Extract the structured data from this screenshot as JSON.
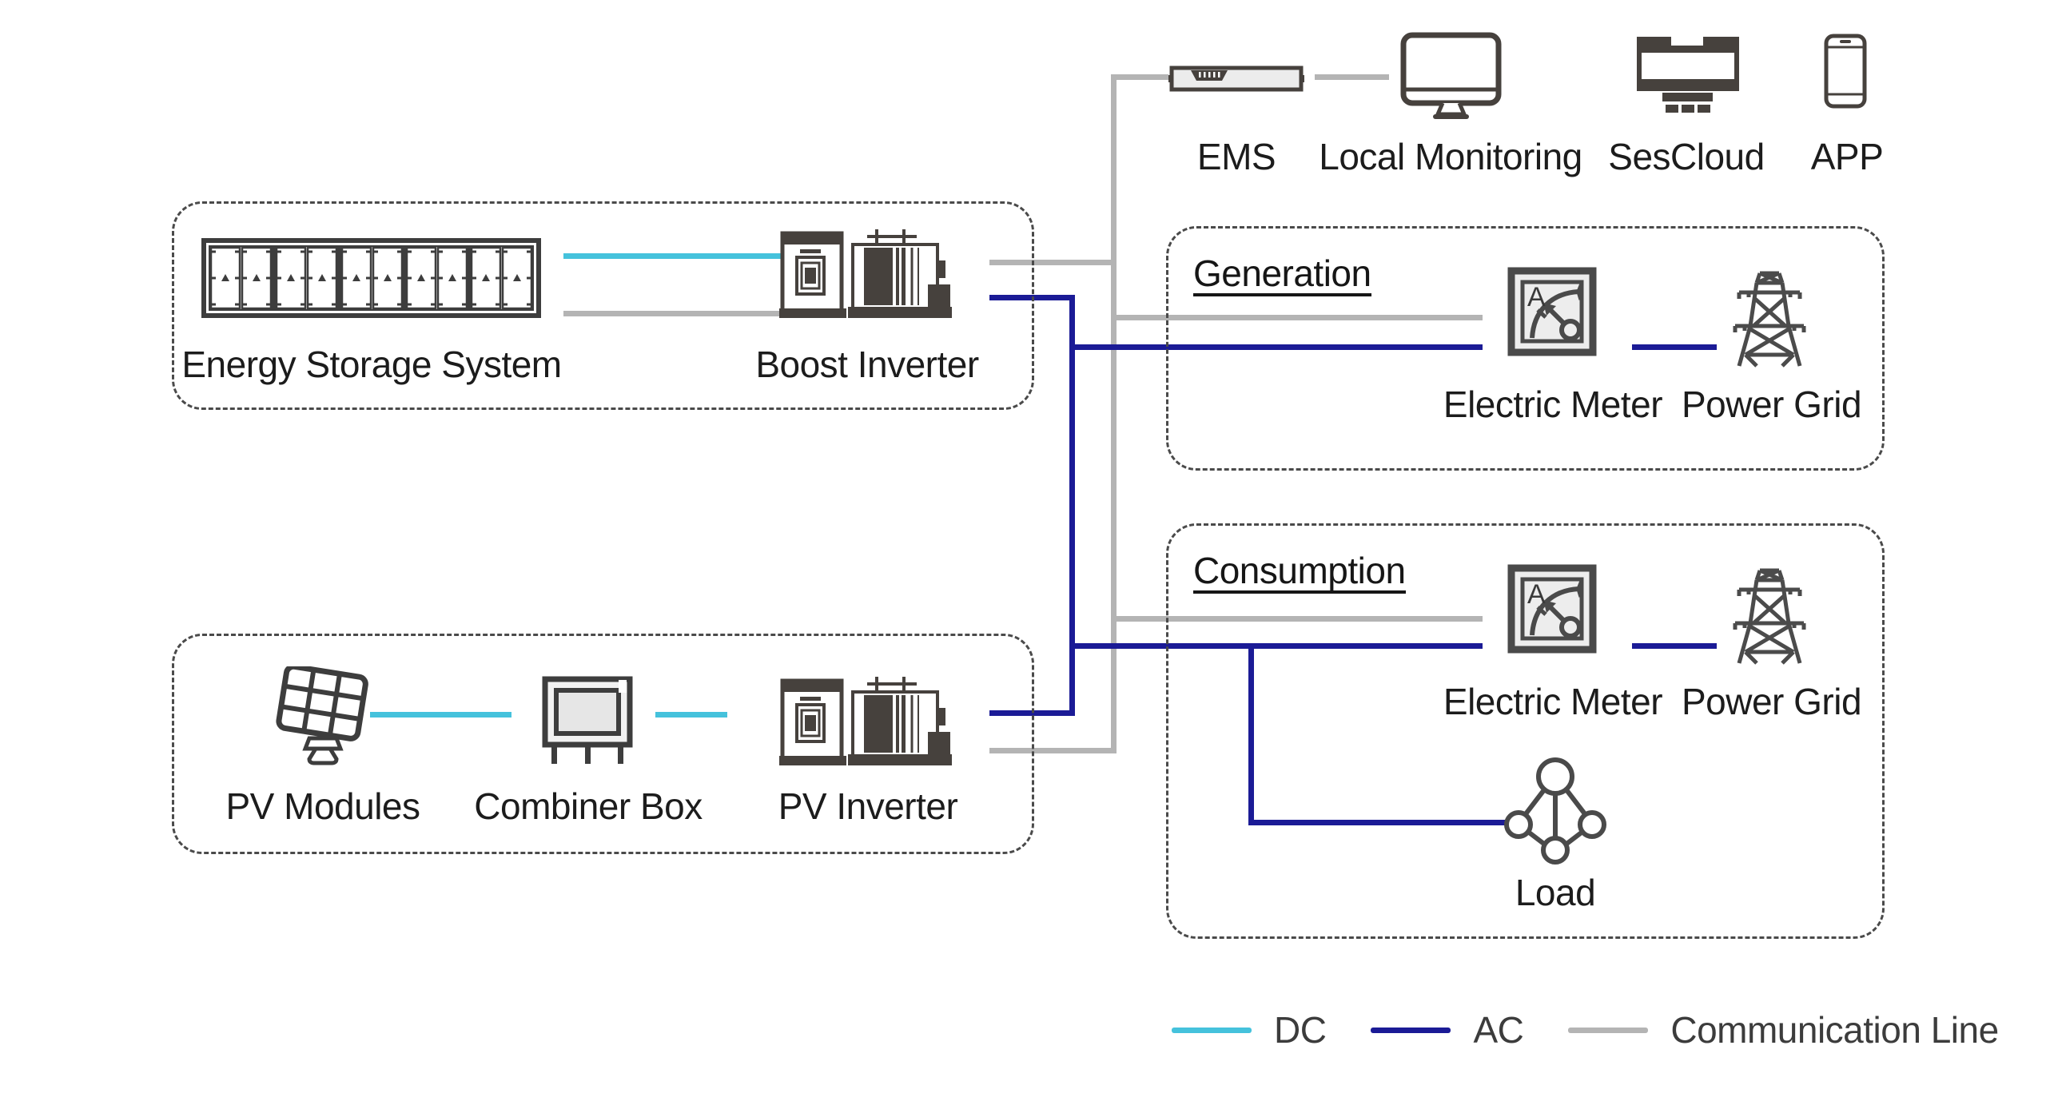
{
  "top_row": {
    "ems_label": "EMS",
    "local_monitoring_label": "Local Monitoring",
    "sescloud_label": "SesCloud",
    "app_label": "APP"
  },
  "storage_group": {
    "storage_label": "Energy Storage System",
    "inverter_label": "Boost Inverter"
  },
  "pv_group": {
    "modules_label": "PV Modules",
    "combiner_label": "Combiner Box",
    "inverter_label": "PV Inverter"
  },
  "generation": {
    "title": "Generation",
    "meter_label": "Electric Meter",
    "grid_label": "Power Grid",
    "meter_letter": "A"
  },
  "consumption": {
    "title": "Consumption",
    "meter_label": "Electric Meter",
    "grid_label": "Power Grid",
    "load_label": "Load",
    "meter_letter": "A"
  },
  "legend": {
    "items": [
      {
        "label": "DC",
        "color": "#45c2dc"
      },
      {
        "label": "AC",
        "color": "#1b1b96"
      },
      {
        "label": "Communication Line",
        "color": "#b4b4b4"
      }
    ]
  }
}
